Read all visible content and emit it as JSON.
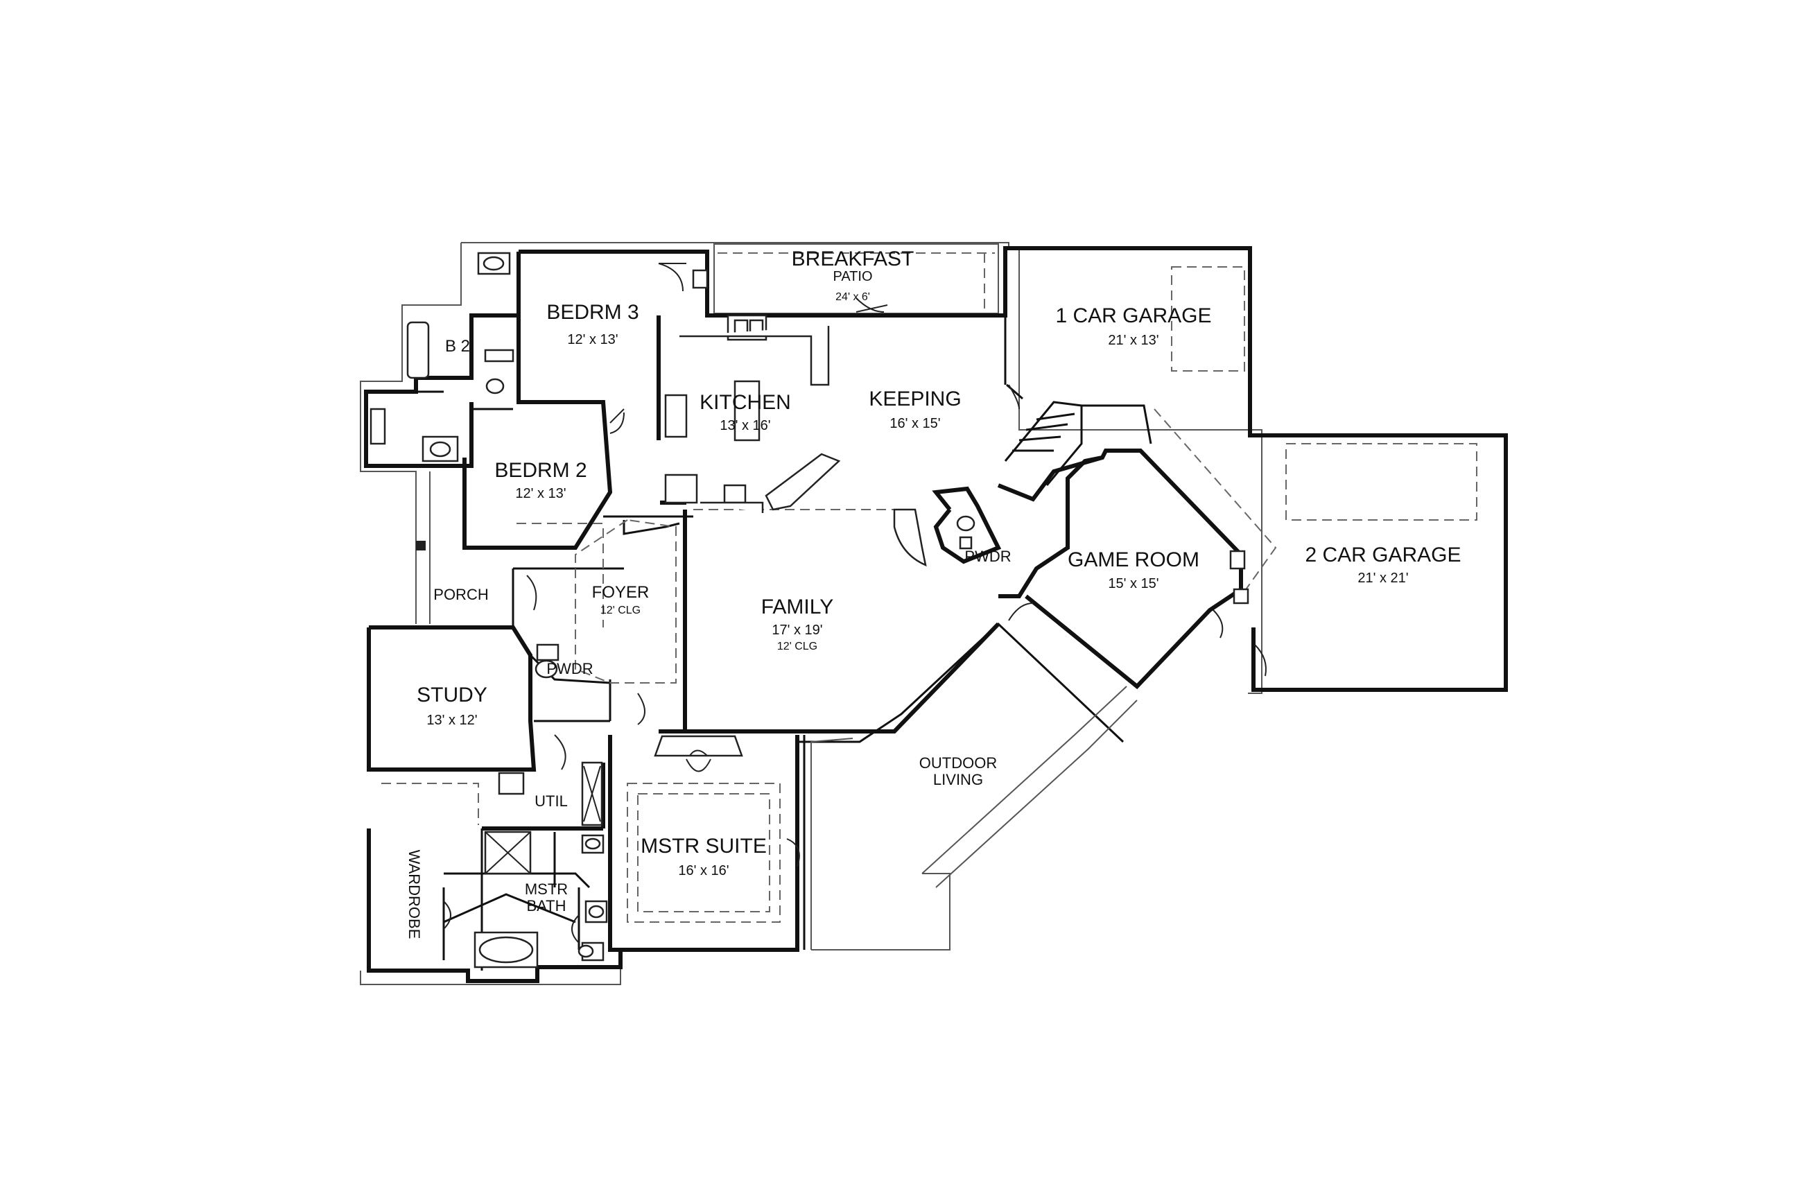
{
  "rooms": {
    "breakfast_patio": {
      "name_line1": "BREAKFAST",
      "name_line2": "PATIO",
      "size": "24' x 6'"
    },
    "bedrm3": {
      "name": "BEDRM 3",
      "size": "12' x 13'"
    },
    "b2": {
      "name": "B 2"
    },
    "kitchen": {
      "name": "KITCHEN",
      "size": "13' x 16'"
    },
    "keeping": {
      "name": "KEEPING",
      "size": "16' x 15'"
    },
    "garage1": {
      "name": "1 CAR GARAGE",
      "size": "21' x 13'"
    },
    "bedrm2": {
      "name": "BEDRM 2",
      "size": "12' x 13'"
    },
    "game_room": {
      "name": "GAME ROOM",
      "size": "15' x 15'"
    },
    "pwdr_game": {
      "name": "PWDR"
    },
    "garage2": {
      "name": "2 CAR GARAGE",
      "size": "21' x 21'"
    },
    "porch": {
      "name": "PORCH"
    },
    "foyer": {
      "name": "FOYER",
      "ceiling": "12' CLG"
    },
    "family": {
      "name": "FAMILY",
      "size": "17' x 19'",
      "ceiling": "12' CLG"
    },
    "pwdr_study": {
      "name": "PWDR"
    },
    "study": {
      "name": "STUDY",
      "size": "13' x 12'"
    },
    "outdoor_living": {
      "name_line1": "OUTDOOR",
      "name_line2": "LIVING"
    },
    "util": {
      "name": "UTIL"
    },
    "mstr_suite": {
      "name": "MSTR SUITE",
      "size": "16' x 16'"
    },
    "mstr_bath": {
      "name_line1": "MSTR",
      "name_line2": "BATH"
    },
    "wardrobe": {
      "name": "WARDROBE"
    }
  }
}
